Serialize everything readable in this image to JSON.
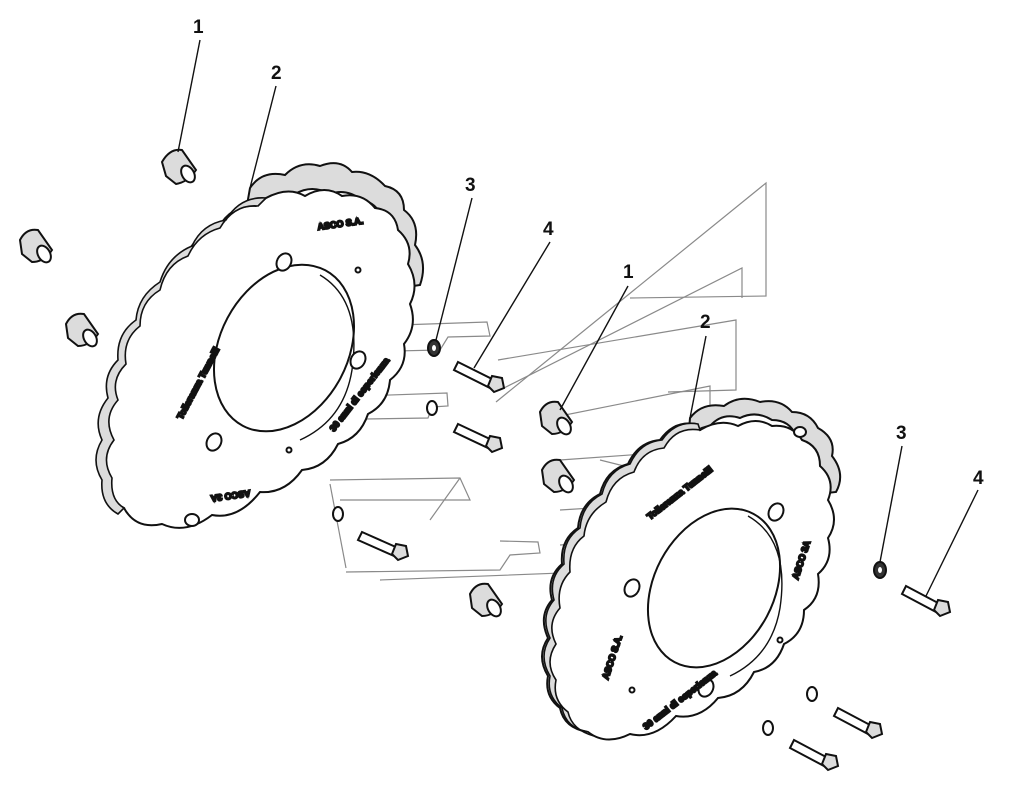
{
  "callouts": {
    "left_cap": "1",
    "left_weight": "2",
    "left_washer": "3",
    "left_bolt": "4",
    "right_cap": "1",
    "right_weight": "2",
    "right_washer": "3",
    "right_bolt": "4"
  },
  "weight_markings": {
    "left": {
      "brand": "ASCO S.A.",
      "code": "ASCO 3A",
      "text_a": "Tolleranza Tunnelli",
      "text_b": "30 anni di esperienza"
    },
    "right": {
      "brand": "ASCO S.A.",
      "code": "ASCO 3A",
      "text_a": "Tolleranza Tunnelli",
      "text_b": "30 anni di esperienza"
    }
  },
  "colors": {
    "line": "#111111",
    "ghost": "#8a8a8a",
    "fill": "#ffffff",
    "shade": "#dcdcdc"
  }
}
